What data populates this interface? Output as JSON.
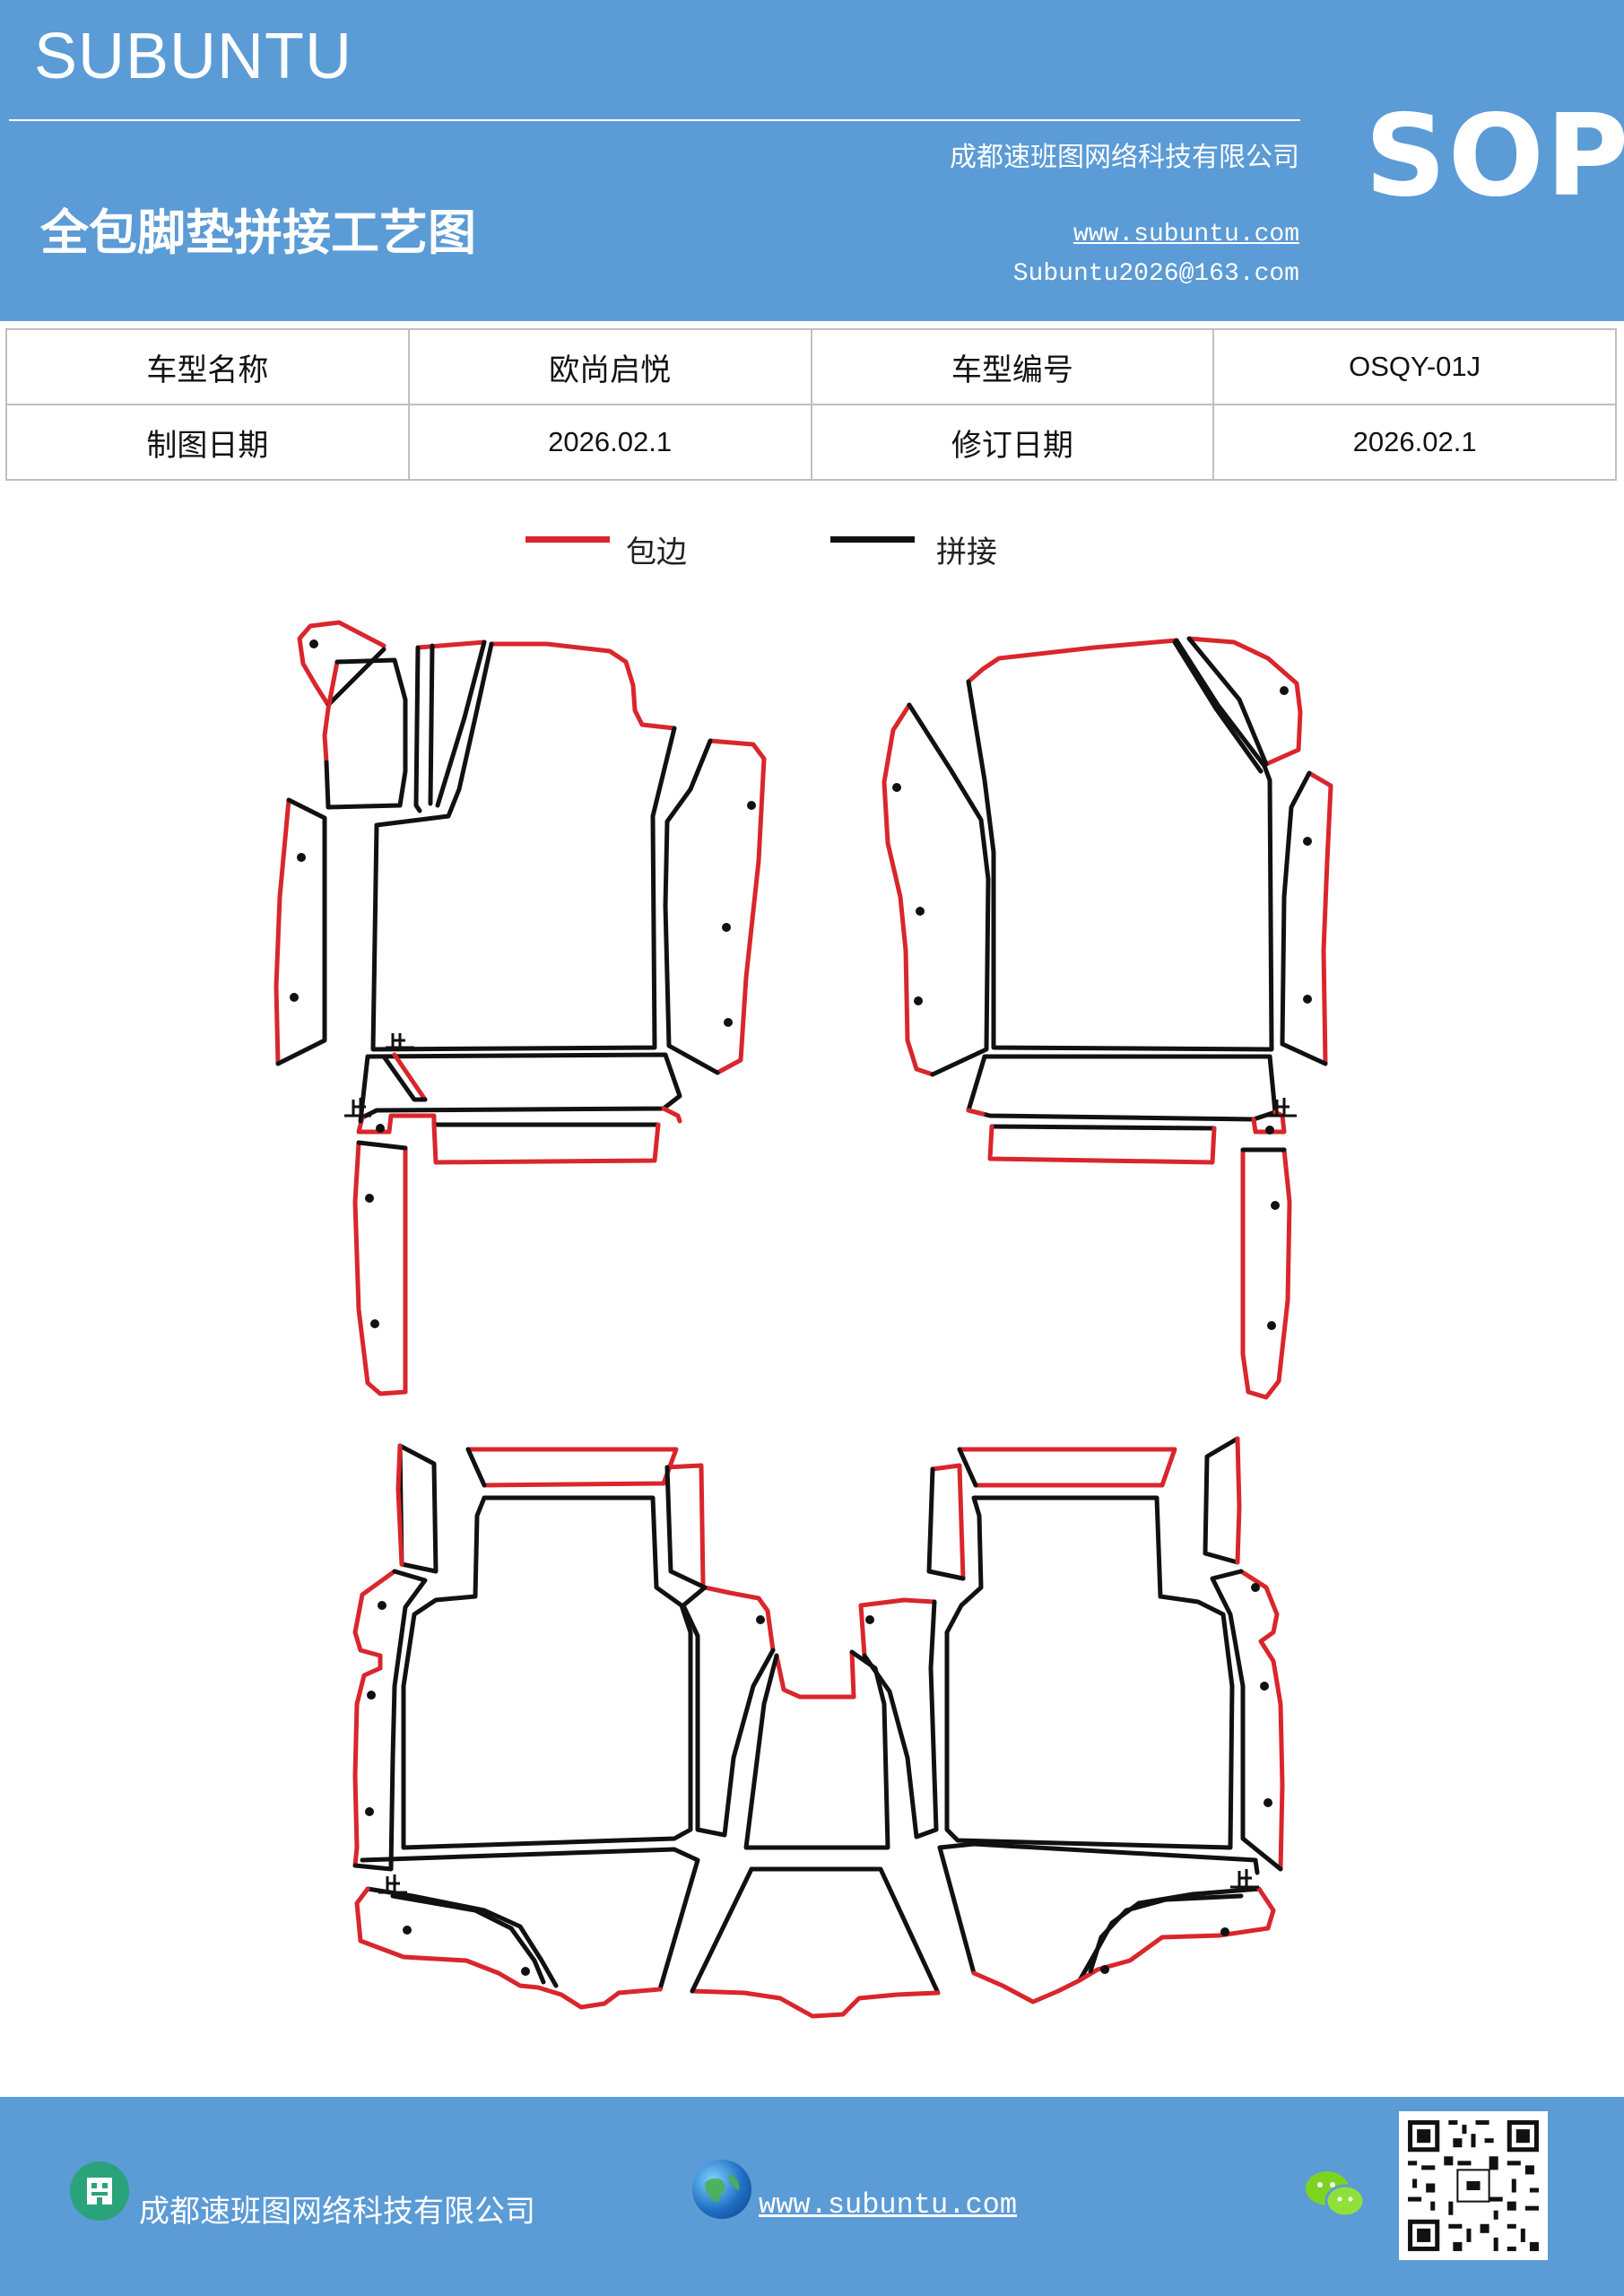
{
  "header": {
    "brand": "SUBUNTU",
    "company": "成都速班图网络科技有限公司",
    "title": "全包脚垫拼接工艺图",
    "website": "www.subuntu.com",
    "email": "Subuntu2026@163.com",
    "badge": "SOP",
    "background_color": "#5b9bd6"
  },
  "info": {
    "model_name_label": "车型名称",
    "model_name_value": "欧尚启悦",
    "model_code_label": "车型编号",
    "model_code_value": "OSQY-01J",
    "draw_date_label": "制图日期",
    "draw_date_value": "2026.02.1",
    "revise_date_label": "修订日期",
    "revise_date_value": "2026.02.1"
  },
  "legend": {
    "edge_label": "包边",
    "edge_color": "#d9262c",
    "stitch_label": "拼接",
    "stitch_color": "#111111"
  },
  "diagram": {
    "stop_mark": "止"
  },
  "footer": {
    "company": "成都速班图网络科技有限公司",
    "website": "www.subuntu.com ",
    "icons": [
      "building-icon",
      "globe-icon",
      "wechat-icon",
      "qr-code"
    ]
  }
}
